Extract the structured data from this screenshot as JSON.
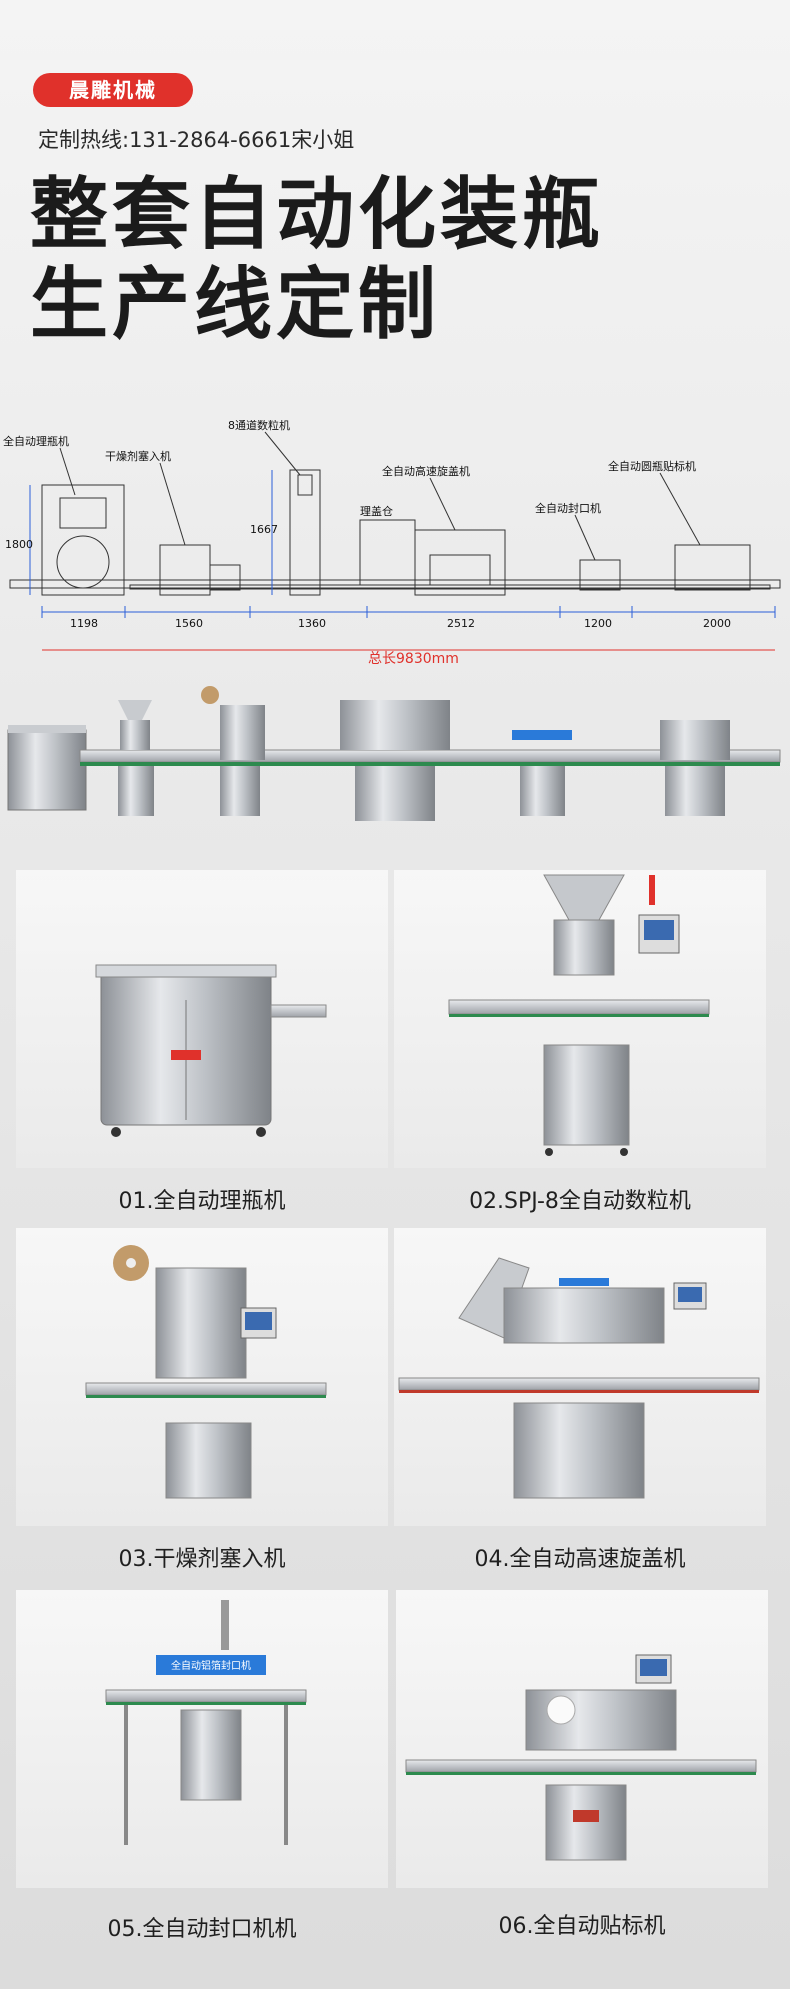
{
  "brand": "晨雕机械",
  "hotline": "定制热线:131-2864-6661宋小姐",
  "headline": {
    "line1": "整套自动化装瓶",
    "line2": "生产线定制"
  },
  "diagram": {
    "machines": [
      "全自动理瓶机",
      "干燥剂塞入机",
      "8通道数粒机",
      "全自动高速旋盖机",
      "理盖仓",
      "全自动封口机",
      "全自动圆瓶贴标机"
    ],
    "heights": [
      "1800",
      "1667"
    ],
    "lengths": [
      "1198",
      "1560",
      "1360",
      "2512",
      "1200",
      "2000"
    ],
    "total": "总长9830mm"
  },
  "products": [
    {
      "caption": "01.全自动理瓶机"
    },
    {
      "caption": "02.SPJ-8全自动数粒机"
    },
    {
      "caption": "03.干燥剂塞入机"
    },
    {
      "caption": "04.全自动高速旋盖机"
    },
    {
      "caption": "05.全自动封口机机",
      "panel_text": "全自动铝箔封口机"
    },
    {
      "caption": "06.全自动贴标机"
    }
  ],
  "colors": {
    "brand_red": "#e0312b",
    "dimension_blue": "#2b5fd9",
    "steel": "#b8bcc2"
  }
}
